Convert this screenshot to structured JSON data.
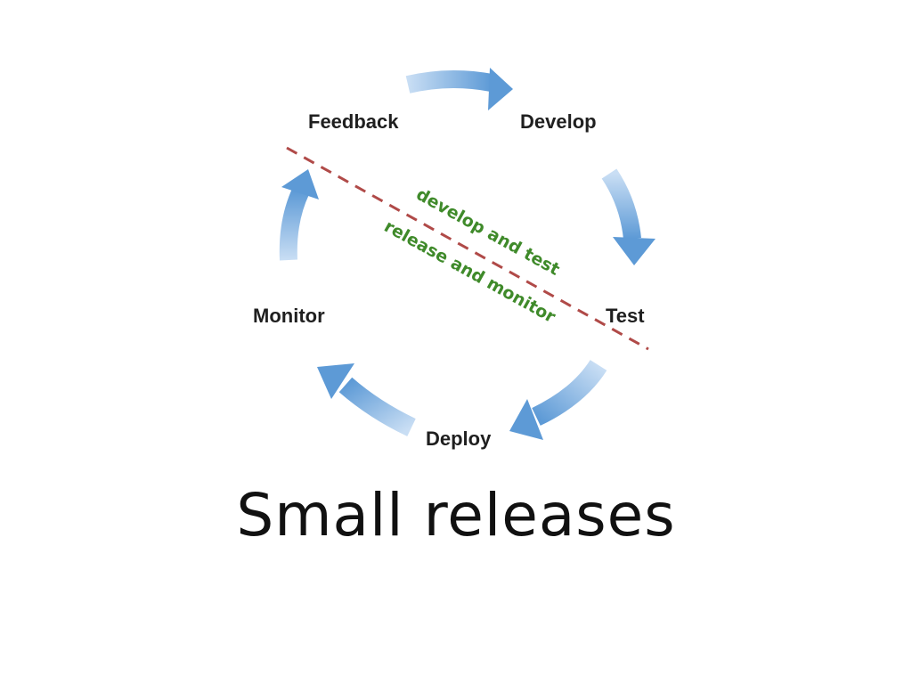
{
  "diagram": {
    "nodes": {
      "feedback": "Feedback",
      "develop": "Develop",
      "test": "Test",
      "deploy": "Deploy",
      "monitor": "Monitor"
    },
    "divider_labels": {
      "upper": "develop and test",
      "lower": "release and monitor"
    },
    "colors": {
      "arrow_light": "#c9def4",
      "arrow_dark": "#5d9ad6",
      "divider": "#b04a48",
      "annotation": "#3f8a2a"
    }
  },
  "slide": {
    "title": "Small releases"
  }
}
